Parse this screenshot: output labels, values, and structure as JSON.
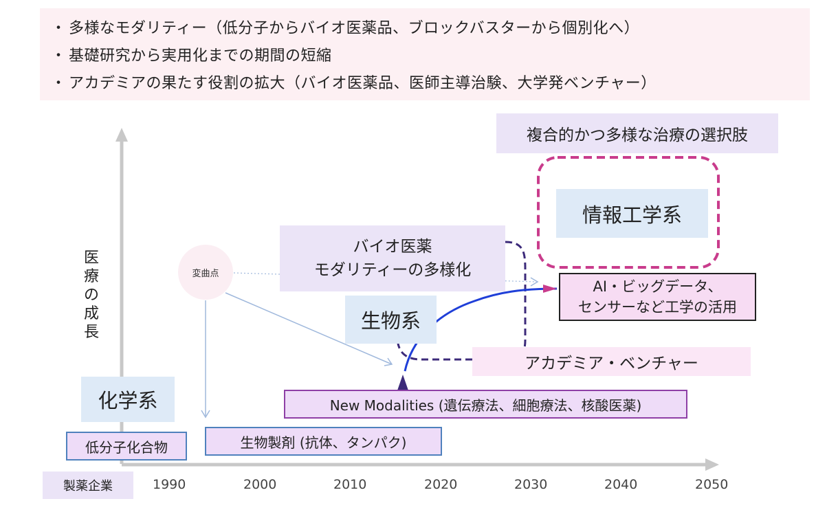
{
  "bullets": [
    "多様なモダリティー（低分子からバイオ医薬品、ブロックバスターから個別化へ）",
    "基礎研究から実用化までの期間の短縮",
    "アカデミアの果たす役割の拡大（バイオ医薬品、医師主導治験、大学発ベンチャー）"
  ],
  "bullet_marker": "・",
  "diagram": {
    "y_axis_label": [
      "医",
      "療",
      "の",
      "成",
      "長"
    ],
    "x_axis_label": "製薬企業",
    "x_ticks": [
      "1990",
      "2000",
      "2010",
      "2020",
      "2030",
      "2040",
      "2050"
    ],
    "inflection": "変曲点",
    "bio_modality": [
      "バイオ医薬",
      "モダリティーの多様化"
    ],
    "fukugo": "複合的かつ多様な治療の選択肢",
    "joho": "情報工学系",
    "seibutsu": "生物系",
    "kagaku": "化学系",
    "teibunshi": "低分子化合物",
    "seibutsu_seizai": "生物製剤 (抗体、タンパク)",
    "new_modalities": "New Modalities (遺伝療法、細胞療法、核酸医薬)",
    "ai": [
      "AI・ビッグデータ、",
      "センサーなど工学の活用"
    ],
    "academia": "アカデミア・ベンチャー"
  },
  "colors": {
    "axis": "#c8c8c8",
    "lavender": "#ebe4f7",
    "blue_box": "#deeaf7",
    "purple_border": "#8e3fa6",
    "blue_border": "#4f81bd",
    "magenta": "#c93c8c",
    "navy_dash": "#3c2a7a",
    "curve": "#1f3fd8"
  }
}
